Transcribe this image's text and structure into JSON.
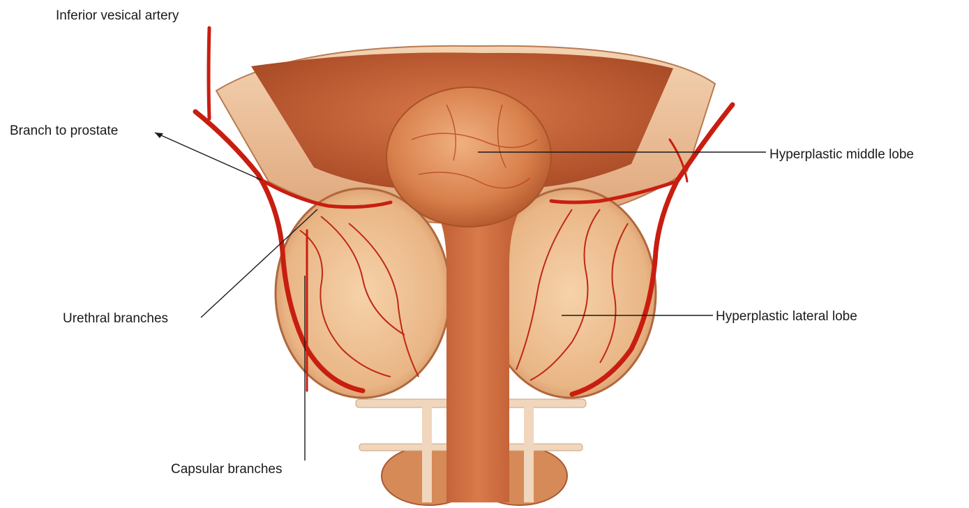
{
  "labels": {
    "inferior_vesical_artery": "Inferior vesical artery",
    "branch_to_prostate": "Branch to prostate",
    "hyperplastic_middle_lobe": "Hyperplastic middle lobe",
    "urethral_branches": "Urethral branches",
    "hyperplastic_lateral_lobe": "Hyperplastic lateral lobe",
    "capsular_branches": "Capsular branches"
  },
  "colors": {
    "background": "#ffffff",
    "bladder_wall": "#e8b48a",
    "bladder_interior": "#c8643a",
    "lobe_fill": "#eab888",
    "middle_lobe": "#d9844f",
    "urethra": "#c55a30",
    "artery": "#c81e10",
    "label_text": "#1a1a1a"
  }
}
